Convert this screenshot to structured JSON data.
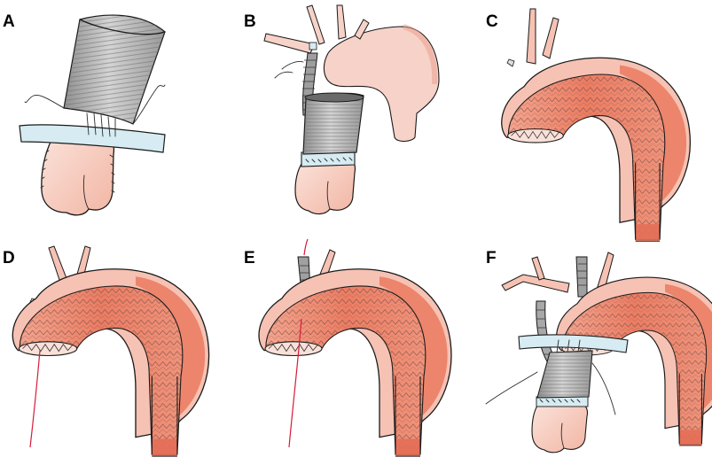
{
  "panels": [
    {
      "id": "a",
      "label": "A"
    },
    {
      "id": "b",
      "label": "B"
    },
    {
      "id": "c",
      "label": "C"
    },
    {
      "id": "d",
      "label": "D"
    },
    {
      "id": "e",
      "label": "E"
    },
    {
      "id": "f",
      "label": "F"
    }
  ],
  "colors": {
    "aorta_light": "#f8d6cd",
    "aorta_mid": "#ef9a85",
    "aorta_dark": "#e8745a",
    "graft_gray": "#b9b9b9",
    "graft_dark": "#8c8c8c",
    "band_blue": "#d6ecf2",
    "guidewire_red": "#d81a3a"
  }
}
